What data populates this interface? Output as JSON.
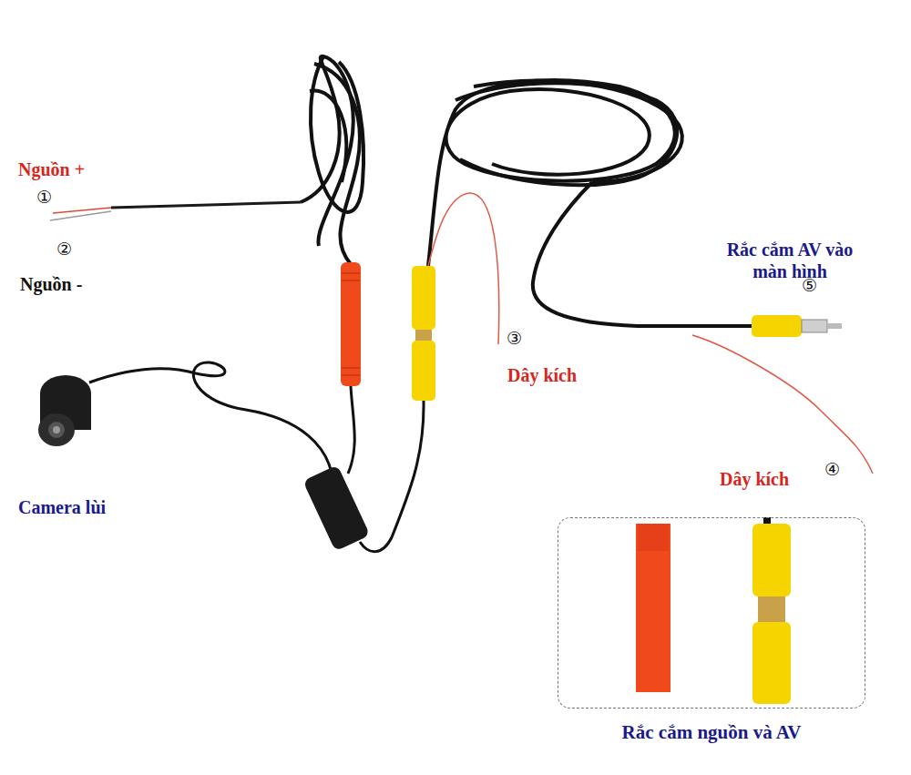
{
  "diagram": {
    "nodes": [
      {
        "text": [
          "Rắc cắm nguồn và AV"
        ]
      }
    ],
    "labels": [
      "Nguồn +",
      "①",
      "②",
      "Nguồn -",
      "③",
      "Dây kích",
      "Rắc cắm AV vào màn hình",
      "⑤",
      "Dây kích",
      "④",
      "Camera lùi"
    ]
  }
}
